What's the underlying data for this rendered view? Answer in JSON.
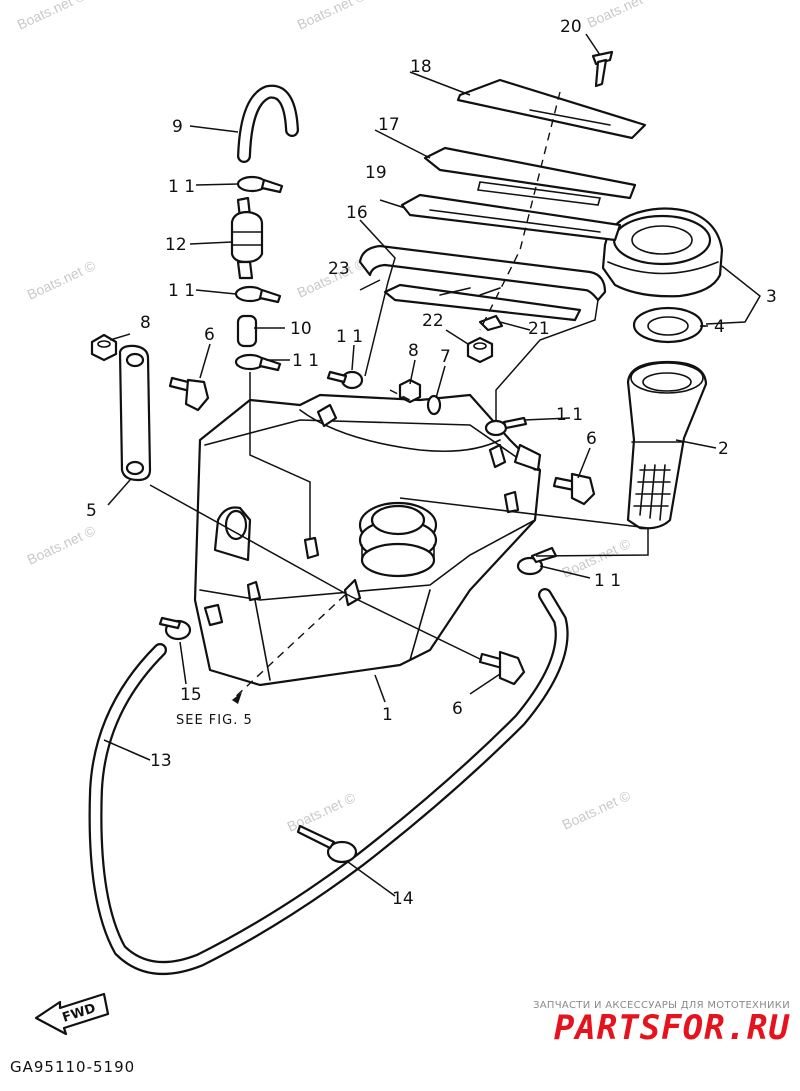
{
  "watermarks": [
    "Boats.net ©",
    "Boats.net ©",
    "Boats.net ©",
    "Boats.net ©",
    "Boats.net ©",
    "Boats.net ©",
    "Boats.net ©",
    "Boats.net ©",
    "Boats.net ©"
  ],
  "callouts": {
    "c20": "20",
    "c18": "18",
    "c17": "17",
    "c19": "19",
    "c16": "16",
    "c23": "23",
    "c9": "9",
    "c11a": "1 1",
    "c12": "12",
    "c11b": "1 1",
    "c8a": "8",
    "c6a": "6",
    "c10": "10",
    "c11c": "1 1",
    "c11d": "1 1",
    "c22": "22",
    "c21": "21",
    "c8b": "8",
    "c7": "7",
    "c11e": "1 1",
    "c3": "3",
    "c4": "4",
    "c2": "2",
    "c6b": "6",
    "c5": "5",
    "c11f": "1 1",
    "c15": "15",
    "c6c": "6",
    "c1": "1",
    "c13": "13",
    "c14": "14"
  },
  "see_fig": "SEE FIG. 5",
  "fwd_label": "FWD",
  "diagram_code": "GA95110-5190",
  "brand_subtitle": "ЗАПЧАСТИ И АКСЕССУАРЫ ДЛЯ МОТОТЕХНИКИ",
  "brand_name": "PARTSFOR.RU",
  "colors": {
    "ink": "#111111",
    "watermark": "#c9c9c9",
    "brand_red": "#e6121d"
  }
}
